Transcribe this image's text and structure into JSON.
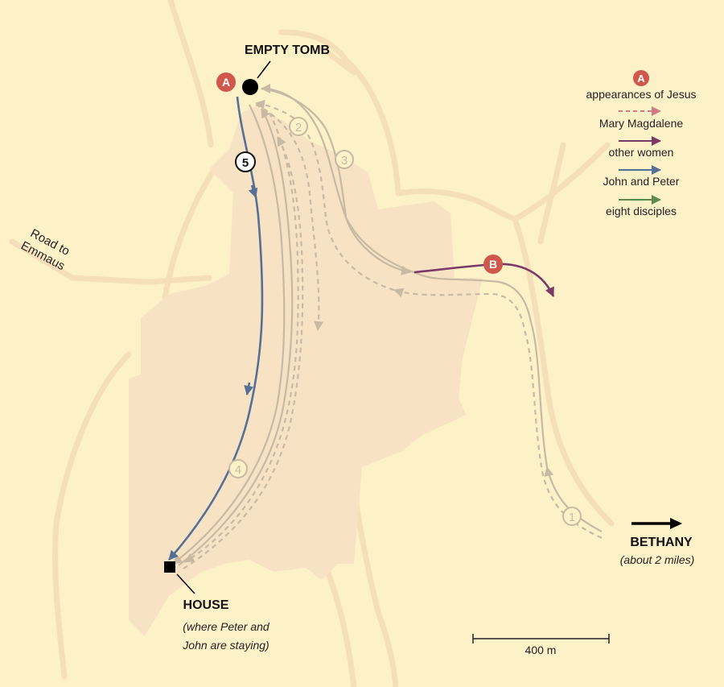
{
  "places": {
    "empty_tomb": "EMPTY TOMB",
    "house": "HOUSE",
    "house_note_line1": "(where Peter and",
    "house_note_line2": "John are staying)",
    "bethany": "BETHANY",
    "bethany_note": "(about 2 miles)",
    "road_line1": "Road to",
    "road_line2": "Emmaus"
  },
  "markers": {
    "a": "A",
    "b": "B",
    "route_1": "1",
    "route_2": "2",
    "route_3": "3",
    "route_4": "4",
    "route_5": "5"
  },
  "legend": {
    "marker": "A",
    "appearances": "appearances of Jesus",
    "mary": "Mary Magdalene",
    "women": "other women",
    "john_peter": "John and Peter",
    "disciples": "eight disciples"
  },
  "scale_label": "400 m",
  "colors": {
    "background": "#fdf1c8",
    "city": "#f7e3c3",
    "roads": "#f5dfb8",
    "appearance_marker": "#d0574b",
    "mary_magdalene": "#cf7a86",
    "other_women": "#7b3968",
    "john_and_peter": "#566f96",
    "eight_disciples": "#5d8a4e",
    "route_gray": "#c8b9a3"
  },
  "icons": [
    "black-circle-tomb-icon",
    "black-square-house-icon",
    "arrow-right-icon"
  ]
}
